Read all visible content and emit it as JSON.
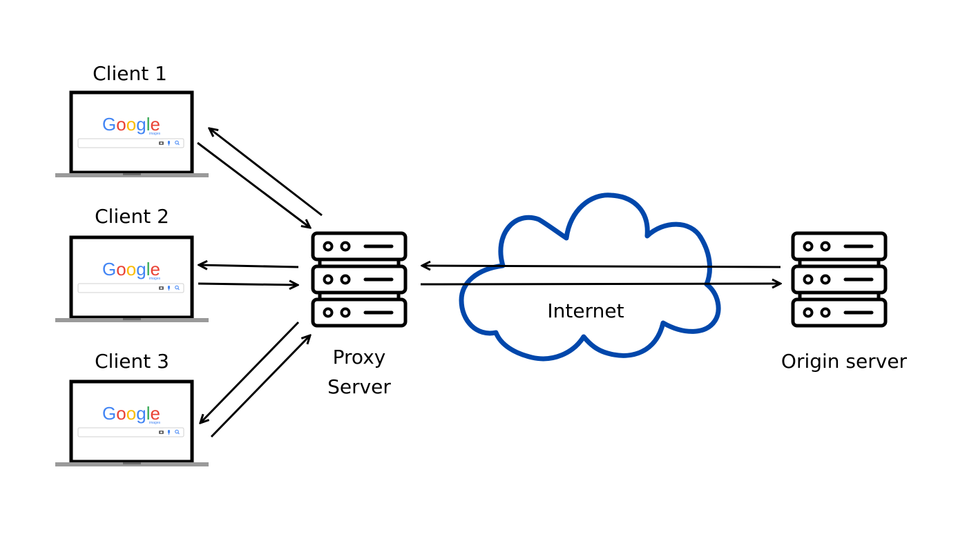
{
  "clients": [
    {
      "label": "Client 1",
      "logo": "Google",
      "logo_sub": "images"
    },
    {
      "label": "Client 2",
      "logo": "Google",
      "logo_sub": "images"
    },
    {
      "label": "Client 3",
      "logo": "Google",
      "logo_sub": "images"
    }
  ],
  "proxy": {
    "label_line1": "Proxy",
    "label_line2": "Server"
  },
  "internet": {
    "label": "Internet"
  },
  "origin": {
    "label": "Origin server"
  },
  "colors": {
    "cloud": "#0047AB",
    "google_blue": "#4285F4",
    "google_red": "#EA4335",
    "google_yellow": "#FBBC05",
    "google_green": "#34A853"
  },
  "icons": [
    "laptop-icon",
    "server-rack-icon",
    "cloud-icon",
    "camera-icon",
    "mic-icon",
    "search-icon"
  ]
}
